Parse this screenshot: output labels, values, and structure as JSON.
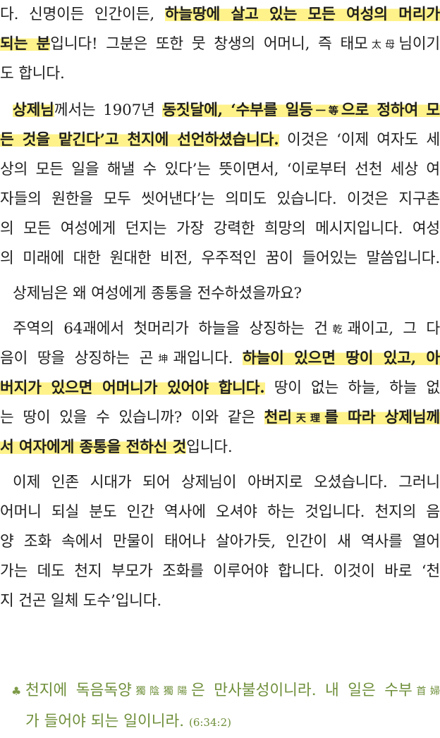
{
  "paragraph1": {
    "l1a": "다. 신명이든 인간이든, ",
    "l1b": "하늘땅에 살고 있는 모든 여성의 머리가",
    "l2a": "되는 분",
    "l2b": "입니다! 그분은 또한 뭇 창생의 어머니, 즉 태모",
    "l2hanja": "太母",
    "l2c": "님이기",
    "l3": "도 합니다."
  },
  "paragraph2": {
    "l1a": "상제님",
    "l1b": "께서는 1907년 ",
    "l1c": "동짓달에, ‘수부를 일등",
    "l1hanja": "一等",
    "l1d": "으로 정하여 모",
    "l2a": "든 것을 맡긴다’고 천지에 선언하셨습니다.",
    "l2b": " 이것은 ‘이제 여자도 세",
    "l3": "상의 모든 일을 해낼 수 있다’는 뜻이면서, ‘이로부터 선천 세상 여",
    "l4": "자들의 원한을 모두 씻어낸다’는 의미도 있습니다. 이것은 지구촌",
    "l5": "의 모든 여성에게 던지는 가장 강력한 희망의 메시지입니다. 여성",
    "l6": "의 미래에 대한 원대한 비전, 우주적인 꿈이 들어있는 말씀입니다."
  },
  "paragraph3": {
    "l1": "상제님은 왜 여성에게 종통을 전수하셨을까요?"
  },
  "paragraph4": {
    "l1a": "주역의 64괘에서 첫머리가 하늘을 상징하는 건",
    "l1hanja": "乾",
    "l1b": "괘이고, 그 다",
    "l2a": "음이 땅을 상징하는 곤",
    "l2hanja": "坤",
    "l2b": "괘입니다. ",
    "l2c": "하늘이 있으면 땅이 있고, 아",
    "l3a": "버지가 있으면 어머니가 있어야 합니다.",
    "l3b": " 땅이 없는 하늘, 하늘 없",
    "l4a": "는 땅이 있을 수 있습니까? 이와 같은 ",
    "l4b": "천리",
    "l4hanja": "天理",
    "l4c": "를 따라 상제님께",
    "l5a": "서 여자에게 종통을 전하신 것",
    "l5b": "입니다."
  },
  "paragraph5": {
    "l1": "이제 인존 시대가 되어 상제님이 아버지로 오셨습니다. 그러니",
    "l2": "어머니 되실 분도 인간 역사에 오셔야 하는 것입니다. 천지의 음",
    "l3": "양 조화 속에서 만물이 태어나 살아가듯, 인간이 새 역사를 열어",
    "l4": "가는 데도 천지 부모가 조화를 이루어야 합니다. 이것이 바로 ‘천",
    "l5": "지 건곤 일체 도수’입니다."
  },
  "quote": {
    "bullet": "♣",
    "l1a": "천지에 독음독양",
    "l1hanja": "獨陰獨陽",
    "l1b": "은 만사불성이니라. 내 일은 수부",
    "l1hanja2": "首婦",
    "l2a": "가 들어야 되는 일이니라. ",
    "l2ref": "(6:34:2)"
  },
  "colors": {
    "text": "#1f1f1f",
    "highlight": "#fff28a",
    "quote": "#6f8f3a"
  }
}
